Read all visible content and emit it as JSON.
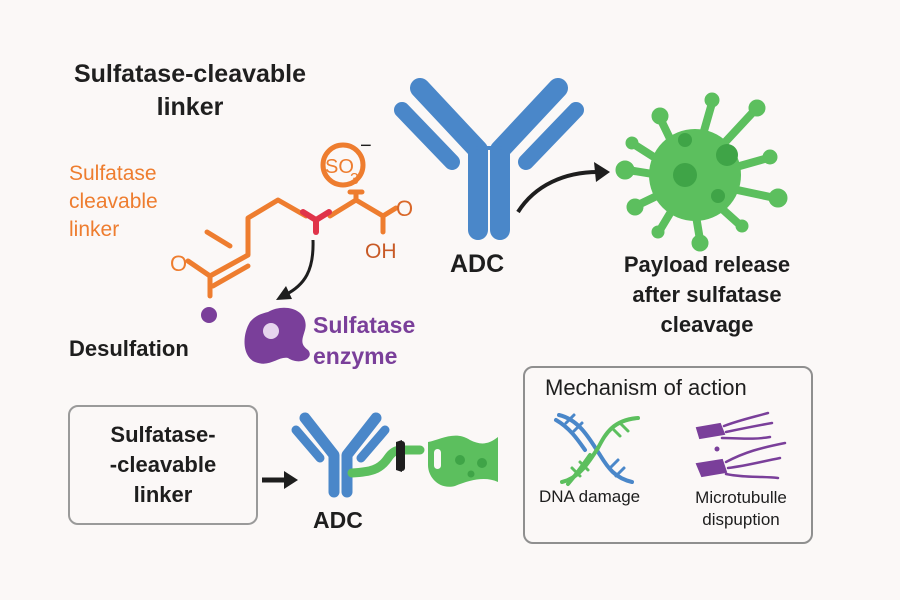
{
  "title": {
    "line1": "Sulfatase-cleavable",
    "line2": "linker"
  },
  "linker_structure": {
    "label_lines": [
      "Sulfatase",
      "cleavable",
      "linker"
    ],
    "sulfate_group": "SO",
    "sulfate_subscript": "3",
    "sulfate_charge": "−",
    "carbonyl_oxygen_left": "O",
    "carbonyl_oxygen_right": "O",
    "hydroxyl": "OH"
  },
  "desulfation_label": "Desulfation",
  "enzyme": {
    "label_lines": [
      "Sulfatase",
      "enzyme"
    ],
    "icon": "enzyme-blob-icon"
  },
  "adc_top": {
    "label": "ADC",
    "icon": "antibody-icon"
  },
  "payload": {
    "label_lines": [
      "Payload release",
      "after sulfatase",
      "cleavage"
    ],
    "icon": "virus-payload-icon"
  },
  "linker_box": {
    "lines": [
      "Sulfatase-",
      "-cleavable",
      "linker"
    ]
  },
  "adc_bottom": {
    "label": "ADC",
    "icons": [
      "antibody-icon",
      "linker-clip-icon",
      "payload-cell-icon"
    ]
  },
  "mechanism": {
    "title": "Mechanism of action",
    "items": [
      {
        "label": "DNA damage",
        "icon": "dna-helix-icon"
      },
      {
        "label_lines": [
          "Microtubulle",
          "dispuption"
        ],
        "icon": "microtubule-icon"
      }
    ]
  },
  "colors": {
    "background": "#fbf8f7",
    "antibody_blue": "#4a87c9",
    "linker_orange": "#ee7d2f",
    "cleavage_red": "#e0344a",
    "enzyme_purple": "#7a3f9a",
    "payload_green": "#5cbf5e",
    "text_dark": "#1e1e1e"
  }
}
